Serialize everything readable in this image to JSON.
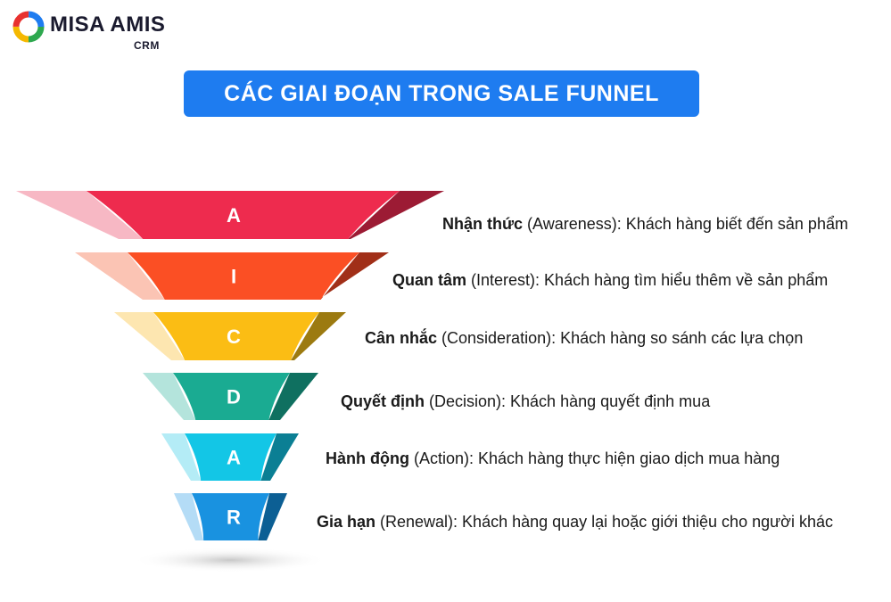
{
  "brand": {
    "name": "MISA AMIS",
    "product": "CRM"
  },
  "title": "CÁC GIAI ĐOẠN TRONG SALE FUNNEL",
  "stages": [
    {
      "letter": "A",
      "name": "Nhận thức",
      "english": "(Awareness)",
      "description": ": Khách hàng biết đến sản phẩm",
      "colors": {
        "light": "#f7b8c4",
        "main": "#ee2b4e",
        "dark": "#9c1b34"
      }
    },
    {
      "letter": "I",
      "name": "Quan tâm",
      "english": "(Interest)",
      "description": ": Khách hàng tìm hiểu thêm về sản phẩm",
      "colors": {
        "light": "#fbc4b4",
        "main": "#fb4f24",
        "dark": "#a12f18"
      }
    },
    {
      "letter": "C",
      "name": "Cân nhắc",
      "english": "(Consideration)",
      "description": ": Khách hàng so sánh các lựa chọn",
      "colors": {
        "light": "#fde6b0",
        "main": "#fbbd14",
        "dark": "#9c7a10"
      }
    },
    {
      "letter": "D",
      "name": "Quyết định",
      "english": "(Decision)",
      "description": ": Khách hàng quyết định mua",
      "colors": {
        "light": "#b4e4dc",
        "main": "#1aab92",
        "dark": "#0f7060"
      }
    },
    {
      "letter": "A",
      "name": "Hành động",
      "english": "(Action)",
      "description": ": Khách hàng thực hiện giao dịch mua hàng",
      "colors": {
        "light": "#b4ecf6",
        "main": "#13c6e6",
        "dark": "#0b7f94"
      }
    },
    {
      "letter": "R",
      "name": "Gia hạn",
      "english": "(Renewal)",
      "description": ": Khách hàng quay lại hoặc giới thiệu cho người khác",
      "colors": {
        "light": "#b4dcf6",
        "main": "#1992e0",
        "dark": "#0c5f94"
      }
    }
  ]
}
